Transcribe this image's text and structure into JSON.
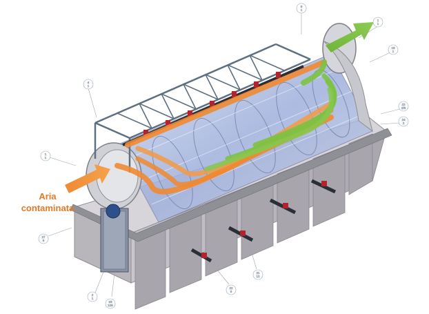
{
  "inlet": {
    "line1": "Aria",
    "line2": "contaminata"
  },
  "colors": {
    "inlet_arrow": "#ef8a32",
    "outlet_arrow": "#7cc243",
    "frame": "#5e6f80",
    "tank": "#bfbcc3",
    "drum_glass": "#a9b8dd",
    "valve": "#b2242d"
  },
  "callouts": [
    {
      "id": "c1",
      "top": "1",
      "bottom": "1"
    },
    {
      "id": "c2",
      "top": "19",
      "bottom": "1"
    },
    {
      "id": "c3",
      "top": "9",
      "bottom": "1"
    },
    {
      "id": "c4",
      "top": "22",
      "bottom": "2/6"
    },
    {
      "id": "c5",
      "top": "24",
      "bottom": "2"
    },
    {
      "id": "c6",
      "top": "1",
      "bottom": "1"
    },
    {
      "id": "c7",
      "top": "27",
      "bottom": "6"
    },
    {
      "id": "c8",
      "top": "22",
      "bottom": "9"
    },
    {
      "id": "c9",
      "top": "21",
      "bottom": "12"
    },
    {
      "id": "c10",
      "top": "4",
      "bottom": "1"
    },
    {
      "id": "c11",
      "top": "23",
      "bottom": "105"
    },
    {
      "id": "c12",
      "top": "2",
      "bottom": "1"
    }
  ]
}
